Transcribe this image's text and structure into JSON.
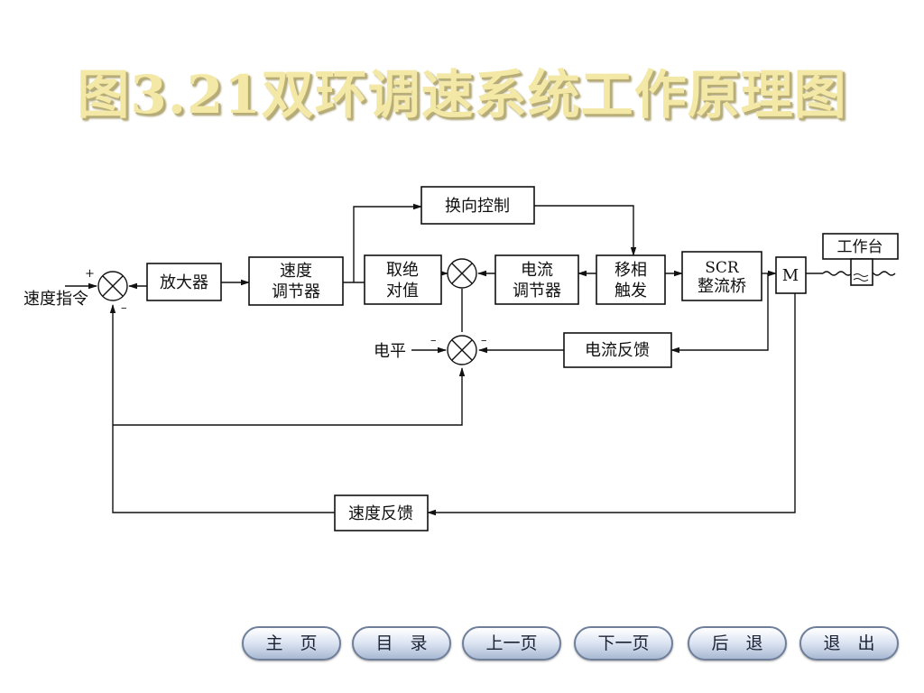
{
  "title": "图3.21双环调速系统工作原理图",
  "diagram": {
    "input_label": "速度指令",
    "plus_sign": "+",
    "minus_sign": "–",
    "blocks": {
      "amplifier": "放大器",
      "speed_regulator_line1": "速度",
      "speed_regulator_line2": "调节器",
      "abs_value_line1": "取绝",
      "abs_value_line2": "对值",
      "current_regulator_line1": "电流",
      "current_regulator_line2": "调节器",
      "phase_trigger_line1": "移相",
      "phase_trigger_line2": "触发",
      "scr_line1": "SCR",
      "scr_line2": "整流桥",
      "motor": "M",
      "worktable": "工作台",
      "reversing_control": "换向控制",
      "current_feedback": "电流反馈",
      "speed_feedback": "速度反馈"
    },
    "level_label": "电平"
  },
  "nav": {
    "home": "主　页",
    "contents": "目　录",
    "prev": "上一页",
    "next": "下一页",
    "back": "后　退",
    "exit": "退　出"
  }
}
